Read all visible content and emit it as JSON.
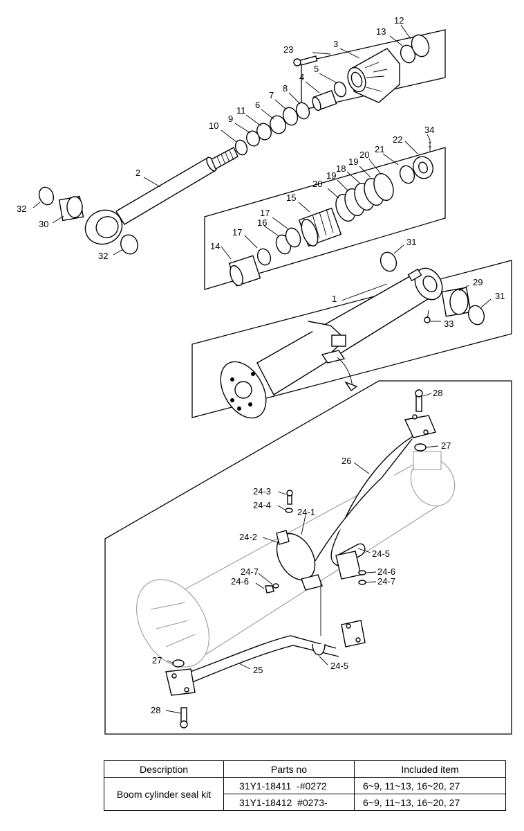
{
  "callouts": {
    "p1": "1",
    "p2": "2",
    "p3": "3",
    "p4": "4",
    "p5": "5",
    "p6": "6",
    "p7": "7",
    "p8": "8",
    "p9": "9",
    "p10": "10",
    "p11": "11",
    "p12": "12",
    "p13": "13",
    "p14": "14",
    "p15": "15",
    "p16": "16",
    "p17a": "17",
    "p17b": "17",
    "p18": "18",
    "p19a": "19",
    "p19b": "19",
    "p20a": "20",
    "p20b": "20",
    "p21": "21",
    "p22": "22",
    "p23": "23",
    "p25": "25",
    "p26": "26",
    "p27a": "27",
    "p27b": "27",
    "p28a": "28",
    "p28b": "28",
    "p29": "29",
    "p30": "30",
    "p31a": "31",
    "p31b": "31",
    "p32a": "32",
    "p32b": "32",
    "p33": "33",
    "p34": "34",
    "p24_1": "24-1",
    "p24_2": "24-2",
    "p24_3": "24-3",
    "p24_4": "24-4",
    "p24_5a": "24-5",
    "p24_5b": "24-5",
    "p24_6a": "24-6",
    "p24_6b": "24-6",
    "p24_7a": "24-7",
    "p24_7b": "24-7"
  },
  "table": {
    "headers": [
      "Description",
      "Parts no",
      "Included item"
    ],
    "description": "Boom cylinder seal kit",
    "rows": [
      {
        "parts_no": "31Y1-18411  -#0272",
        "included": "6~9, 11~13, 16~20, 27"
      },
      {
        "parts_no": "31Y1-18412  #0273-",
        "included": "6~9, 11~13, 16~20, 27"
      }
    ]
  }
}
